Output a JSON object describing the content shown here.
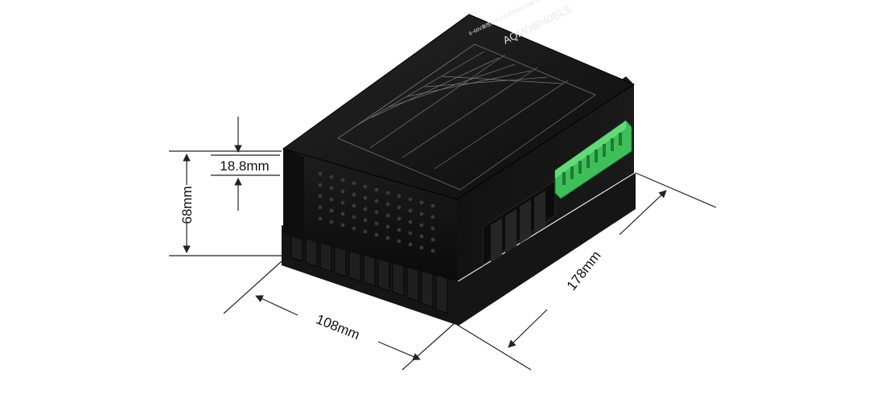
{
  "product": {
    "model": "AQMD6040BLS",
    "subtitle": "8~60V高性能直流无刷电机驱动器 V2版"
  },
  "dimensions": {
    "height": "68mm",
    "step": "18.8mm",
    "width": "108mm",
    "length": "178mm"
  },
  "colors": {
    "body": "#141414",
    "heatsink": "#1c1c1c",
    "terminal": "#3fbf5a",
    "printing": "#e8e8e8",
    "dimension_line": "#222222"
  }
}
